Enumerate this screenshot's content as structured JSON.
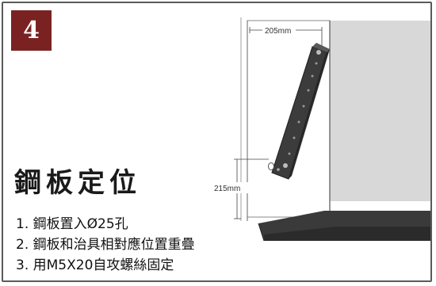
{
  "step_number": "4",
  "title": "鋼板定位",
  "steps": [
    "1. 鋼板置入Ø25孔",
    "2. 鋼板和治具相對應位置重疊",
    "3. 用M5X20自攻螺絲固定"
  ],
  "dimensions": {
    "width_label": "205mm",
    "height_label": "215mm"
  }
}
